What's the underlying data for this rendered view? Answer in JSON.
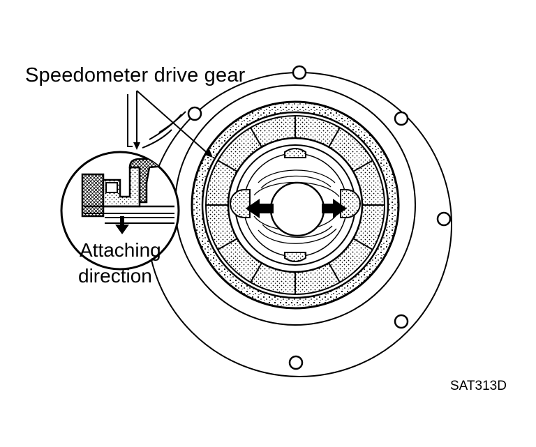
{
  "labels": {
    "part_name": "Speedometer drive gear",
    "detail_line1": "Attaching",
    "detail_line2": "direction",
    "figure_code": "SAT313D"
  },
  "colors": {
    "ink": "#000000",
    "paper": "#ffffff"
  },
  "icons": {
    "arrow_left": "arrow-left-icon",
    "arrow_right": "arrow-right-icon",
    "arrow_down": "arrow-down-icon"
  }
}
